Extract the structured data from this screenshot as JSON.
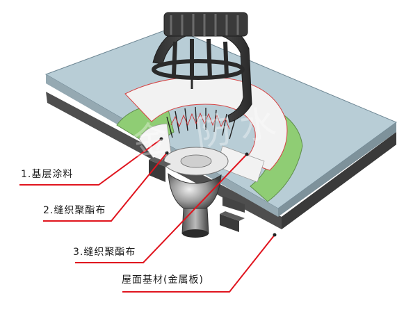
{
  "labels": {
    "coating": "1.基层涂料",
    "fabric_2": "2.缝织聚酯布",
    "fabric_3": "3.缝织聚酯布",
    "substrate": "屋面基材(金属板)"
  },
  "watermark_text": "金 防水",
  "colors": {
    "roof_top": "#b8cdd6",
    "roof_side": "#8d9ea6",
    "base_layer": "#4b4b4b",
    "green_coating": "#8fcd74",
    "white_fabric": "#f0f0f0",
    "callout_line": "#e0141e",
    "drain_metal": "#444444"
  }
}
